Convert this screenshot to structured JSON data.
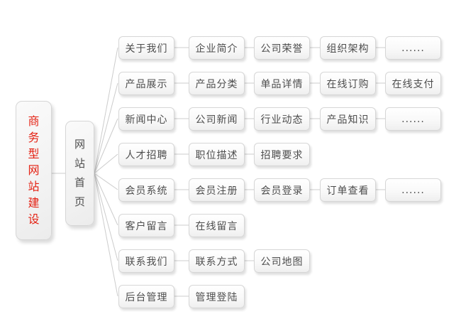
{
  "root": {
    "label": "商务型网站建设"
  },
  "hub": {
    "label": "网站首页"
  },
  "rows": [
    {
      "nodes": [
        "关于我们",
        "企业简介",
        "公司荣誉",
        "组织架构",
        "......"
      ]
    },
    {
      "nodes": [
        "产品展示",
        "产品分类",
        "单品详情",
        "在线订购",
        "在线支付"
      ]
    },
    {
      "nodes": [
        "新闻中心",
        "公司新闻",
        "行业动态",
        "产品知识",
        "......"
      ]
    },
    {
      "nodes": [
        "人才招聘",
        "职位描述",
        "招聘要求"
      ]
    },
    {
      "nodes": [
        "会员系统",
        "会员注册",
        "会员登录",
        "订单查看",
        "......"
      ]
    },
    {
      "nodes": [
        "客户留言",
        "在线留言"
      ]
    },
    {
      "nodes": [
        "联系我们",
        "联系方式",
        "公司地图"
      ]
    },
    {
      "nodes": [
        "后台管理",
        "管理登陆"
      ]
    }
  ],
  "colors": {
    "accent_red": "#e42012",
    "node_text": "#4d4d4d",
    "line": "#cccccc"
  }
}
